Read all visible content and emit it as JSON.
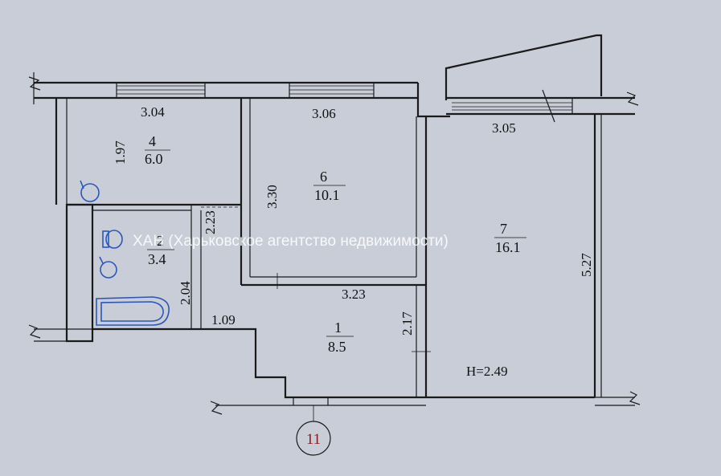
{
  "dimensions": {
    "room4_width": "3.04",
    "room4_depth": "1.97",
    "room6_width": "3.06",
    "room6_depth": "3.30",
    "room7_width": "3.05",
    "room7_depth": "5.27",
    "bath_depth_upper": "2.23",
    "bath_depth_lower": "2.04",
    "hall_width": "3.23",
    "hall_depth": "2.17",
    "hall_step": "1.09"
  },
  "rooms": [
    {
      "number": "4",
      "area": "6.0"
    },
    {
      "number": "6",
      "area": "10.1"
    },
    {
      "number": "7",
      "area": "16.1"
    },
    {
      "number": "2",
      "area": "3.4"
    },
    {
      "number": "1",
      "area": "8.5"
    }
  ],
  "ceiling_height": "H=2.49",
  "axis_label": "11",
  "watermark": "ХАН (Харьковское агентство недвижимости)",
  "colors": {
    "paper": "#c9cdd8",
    "lines": "#1a1a1a",
    "fixtures": "#2c57b8",
    "axis_label": "#8b1a1a"
  }
}
